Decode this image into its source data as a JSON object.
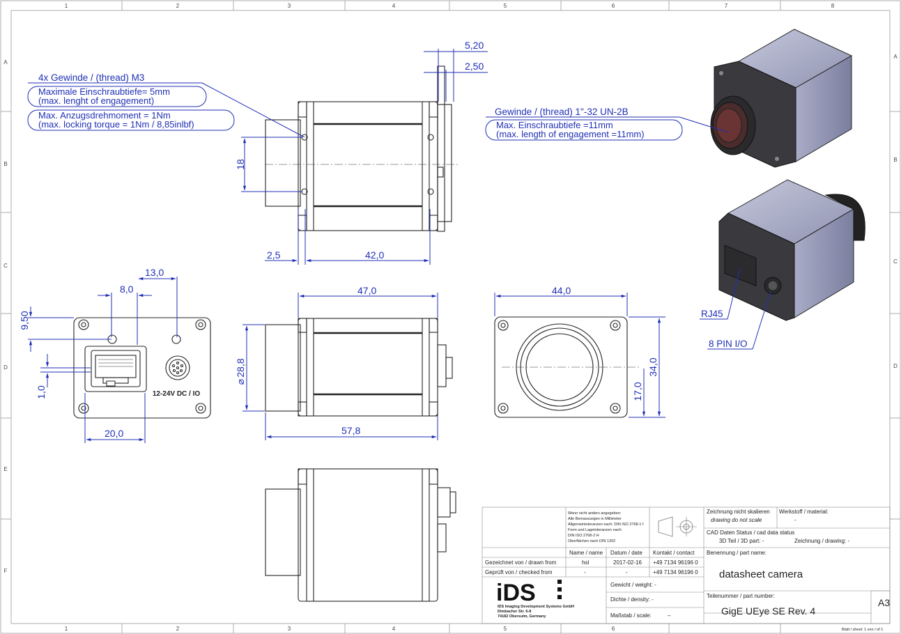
{
  "zones": {
    "columns": [
      "1",
      "2",
      "3",
      "4",
      "5",
      "6",
      "7",
      "8"
    ],
    "rows": [
      "A",
      "B",
      "C",
      "D",
      "E",
      "F"
    ]
  },
  "annotations": {
    "thread_m3": "4x Gewinde / (thread)  M3",
    "engagement_m3_de": "Maximale Einschraubtiefe= 5mm",
    "engagement_m3_en": "(max. lenght of engagement)",
    "torque_de": "Max. Anzugsdrehmoment = 1Nm",
    "torque_en": "(max. locking torque = 1Nm / 8,85inlbf)",
    "thread_lens": "Gewinde / (thread) 1\"-32 UN-2B",
    "engagement_lens_de": "Max. Einschraubtiefe =11mm",
    "engagement_lens_en": "(max. length of engagement =11mm)",
    "rj45": "RJ45",
    "pin_io": "8 PIN I/O",
    "connector_label": "12-24V DC / IO"
  },
  "dimensions": {
    "d_5_20": "5,20",
    "d_2_50": "2,50",
    "d_18": "18",
    "d_2_5": "2,5",
    "d_42_0": "42,0",
    "d_13_0": "13,0",
    "d_8_0": "8,0",
    "d_9_50": "9,50",
    "d_1_0": "1,0",
    "d_20_0": "20,0",
    "d_47_0": "47,0",
    "d_28_8": "28,8",
    "d_57_8": "57,8",
    "d_44_0": "44,0",
    "d_34_0": "34,0",
    "d_17_0": "17,0"
  },
  "title_block": {
    "general_notes": [
      "Wenn nicht anders angegeben:",
      "Alle Bemassungen in Millimeter",
      "Allgemeintoleranzen nach: DIN ISO 2768-1 f",
      "Form und Lagetoleranzen nach:",
      "DIN ISO 2768-2 H",
      "Oberflächen nach DIN 1302"
    ],
    "no_scale_de": "Zeichnung nicht skalieren",
    "no_scale_en": "drawing do not scale",
    "material_label": "Werkstoff / material:",
    "material_value": "-",
    "cad_status": "CAD Daten Status / cad data status",
    "part_3d": "3D Teil / 3D part: -",
    "drawing_2d": "Zeichnung / drawing: -",
    "name_col": "Name / name",
    "date_col": "Datum / date",
    "contact_col": "Kontakt / contact",
    "drawn_label": "Gezeichnet von / drawn from",
    "drawn_name": "hsl",
    "drawn_date": "2017-02-16",
    "drawn_contact": "+49 7134 96196 0",
    "checked_label": "Geprüft von / checked from",
    "checked_name": "-",
    "checked_date": "-",
    "checked_contact": "+49 7134 96196 0",
    "designation_label": "Benennung / part name:",
    "designation_value": "datasheet camera",
    "weight": "Gewicht / weight: -",
    "density": "Dichte / density: -",
    "scale_label": "Maßstab / scale:",
    "scale_value": "–",
    "part_number_label": "Teilenummer / part number:",
    "part_number_value": "GigE UEye SE Rev. 4",
    "format": "A3",
    "sheet": "Blatt / sheet: 1 von / of 1",
    "logo": "iDS",
    "company_lines": [
      "IDS Imaging Development Systems GmbH",
      "Dimbacher Str. 6-8",
      "74182 Obersulm, Germany"
    ]
  }
}
